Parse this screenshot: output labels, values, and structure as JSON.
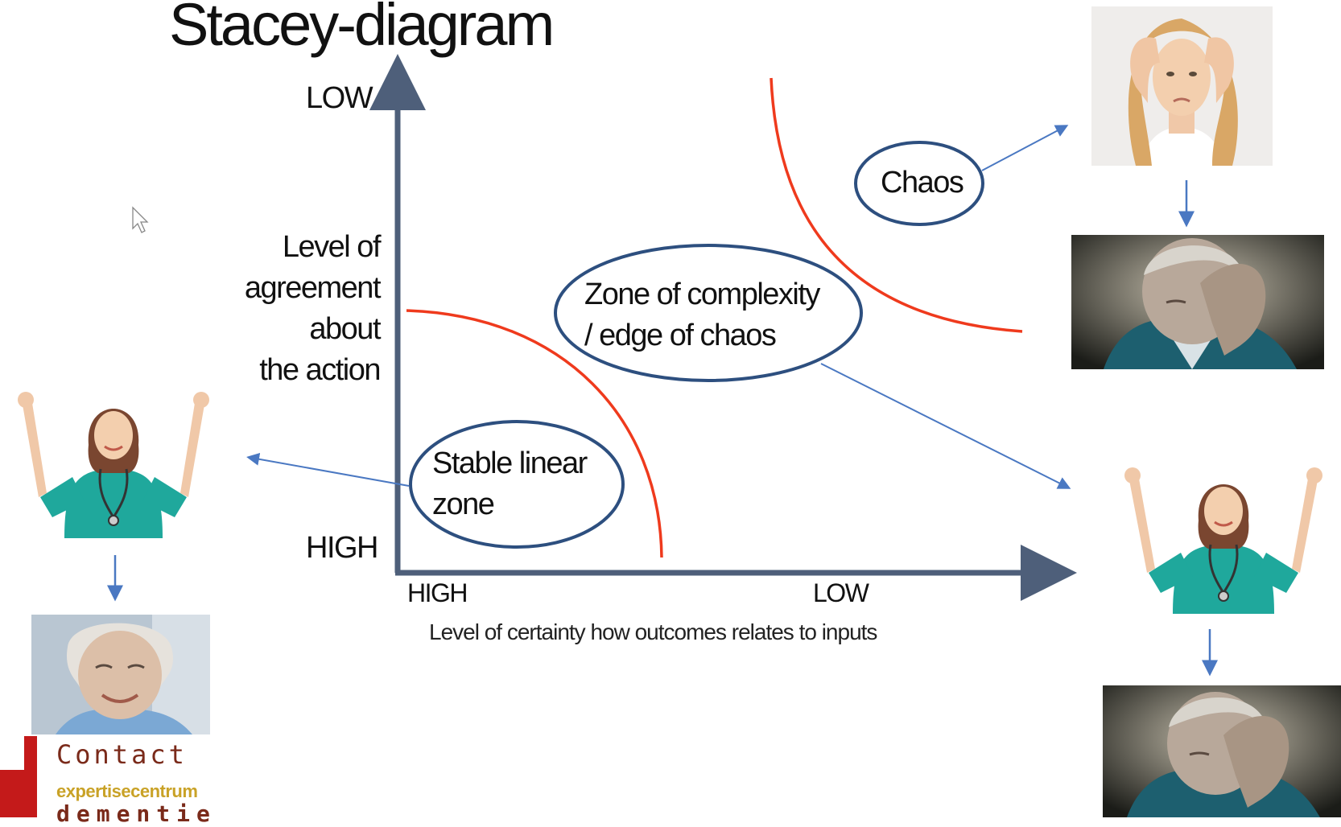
{
  "title": "Stacey-diagram",
  "y_axis": {
    "top_label": "LOW",
    "bottom_label": "HIGH",
    "title_lines": [
      "Level of",
      "agreement",
      "about",
      "the action"
    ]
  },
  "x_axis": {
    "left_label": "HIGH",
    "right_label": "LOW",
    "caption": "Level of certainty how outcomes relates to inputs"
  },
  "zones": {
    "chaos": "Chaos",
    "complexity_line1": "Zone of complexity",
    "complexity_line2": "/ edge of chaos",
    "stable_line1": "Stable linear",
    "stable_line2": "zone"
  },
  "logo": {
    "name": "Contact",
    "line1": "expertisecentrum",
    "line2": "dementie"
  },
  "colors": {
    "axis": "#4e5f7a",
    "boundary_curve": "#ef3a1d",
    "zone_ellipse": "#2d4f7f",
    "arrow": "#4a78c2",
    "scrub_green": "#1fa89c"
  },
  "icons": [
    "mouse-cursor-icon"
  ]
}
